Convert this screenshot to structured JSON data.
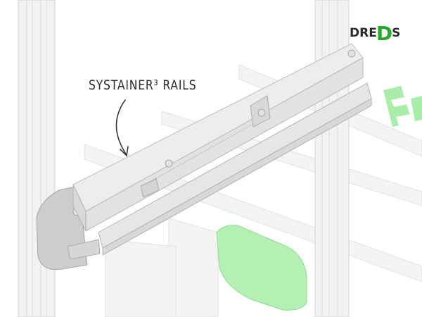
{
  "callout": {
    "label": "SYSTAINER³ RAILS"
  },
  "logo": {
    "prefix": "DRE",
    "highlight": "D",
    "suffix": "S",
    "highlight_color": "#2aa82a"
  },
  "colors": {
    "rail": "#e6e6e6",
    "frame": "#f0f0f0",
    "accent_green": "#9ee89e",
    "line": "#b8b8b8"
  }
}
